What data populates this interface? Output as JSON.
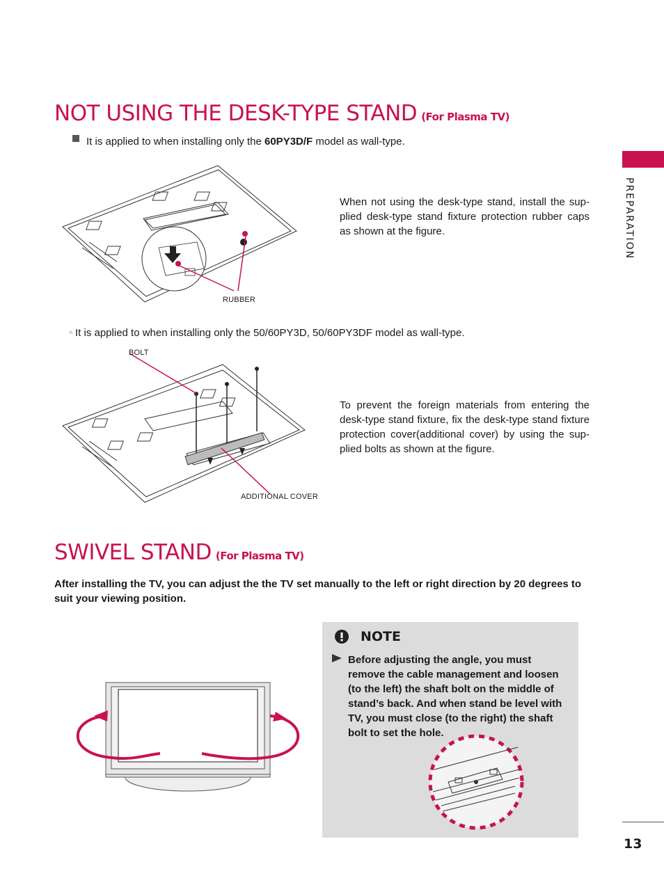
{
  "section_tab": "PREPARATION",
  "page_number": "13",
  "section1": {
    "title": "NOT USING THE DESK-TYPE STAND",
    "subtitle": "(For Plasma TV)",
    "bullet1_pre": "It is applied to when installing only the ",
    "bullet1_model": "60PY3D/F",
    "bullet1_post": " model as wall-type.",
    "desc1": "When not using the desk-type stand, install the sup-plied desk-type stand fixture protection rubber caps as shown at the figure.",
    "label_rubber": "RUBBER",
    "bullet2_mark": "n",
    "bullet2": "It is applied to when installing only the  50/60PY3D, 50/60PY3DF model as wall-type.",
    "label_bolt": "BOLT",
    "label_cover": "ADDITIONAL COVER",
    "desc2": "To prevent the foreign materials from entering the desk-type stand fixture, fix the desk-type stand fixture protection cover(additional cover) by using the sup-plied bolts as shown at the figure."
  },
  "section2": {
    "title": "SWIVEL STAND",
    "subtitle": "(For Plasma TV)",
    "intro": "After installing the TV, you can adjust the the TV set manually to the left or right direction by 20 degrees to suit your viewing position."
  },
  "note": {
    "title": "NOTE",
    "text": "Before adjusting the angle, you must remove the cable management and loosen (to the left) the shaft bolt on the middle of stand’s back. And when stand be level with TV,  you must close (to the right) the shaft bolt to set the hole."
  },
  "colors": {
    "accent": "#c8124f",
    "note_bg": "#dcdcdc"
  }
}
